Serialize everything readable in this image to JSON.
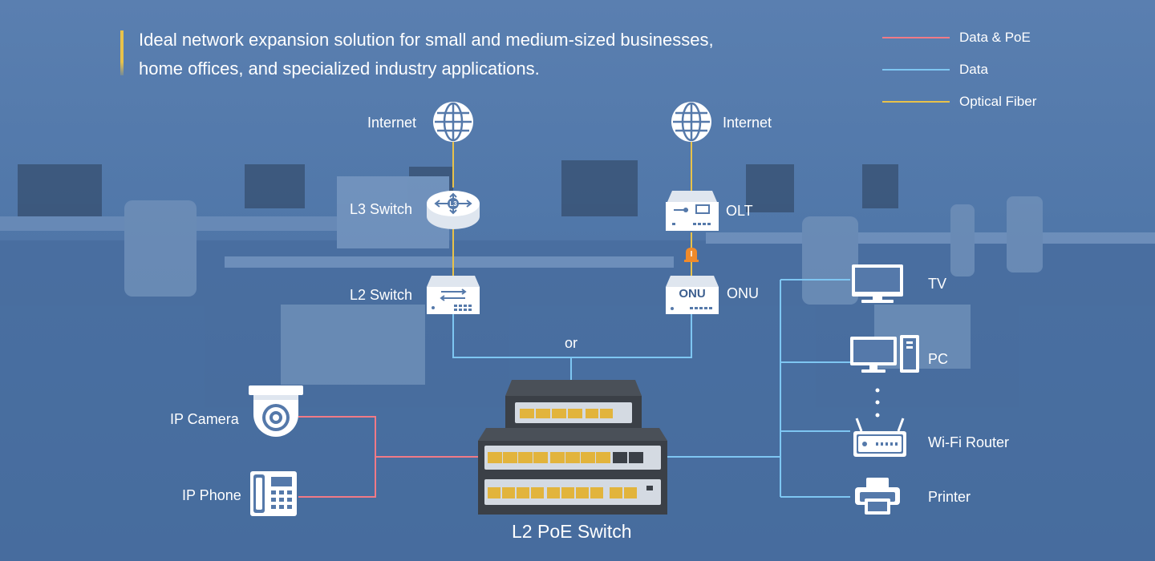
{
  "headline": {
    "line1": "Ideal network expansion solution for small and medium-sized businesses,",
    "line2": "home offices, and specialized industry applications."
  },
  "legend": [
    {
      "label": "Data & PoE",
      "color": "#f07a86"
    },
    {
      "label": "Data",
      "color": "#7ec6f2"
    },
    {
      "label": "Optical Fiber",
      "color": "#e8c24a"
    }
  ],
  "nodes": {
    "internet_left": "Internet",
    "internet_right": "Internet",
    "l3_switch": "L3 Switch",
    "olt": "OLT",
    "l2_switch": "L2 Switch",
    "onu": "ONU",
    "onu_box_text": "ONU",
    "or": "or",
    "ip_camera": "IP Camera",
    "ip_phone": "IP Phone",
    "tv": "TV",
    "pc": "PC",
    "wifi_router": "Wi-Fi Router",
    "printer": "Printer",
    "l2_poe_switch": "L2 PoE Switch",
    "l3_badge": "L3"
  },
  "colors": {
    "data_poe": "#f07a86",
    "data": "#7ec6f2",
    "fiber": "#e8c24a",
    "alert": "#f08a2a"
  }
}
